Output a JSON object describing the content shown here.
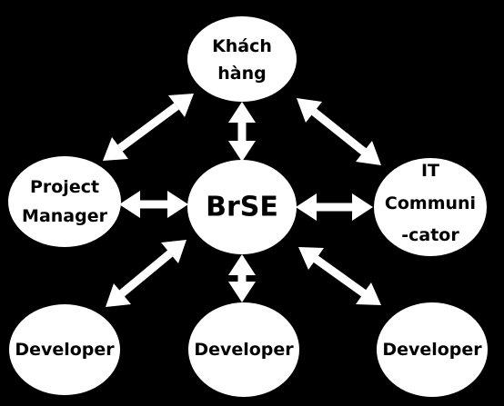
{
  "nodes": {
    "customer": {
      "lines": [
        "Khách",
        "hàng"
      ]
    },
    "project_manager": {
      "lines": [
        "Project",
        "Manager"
      ]
    },
    "brse": {
      "lines": [
        "BrSE"
      ]
    },
    "it_communicator": {
      "lines": [
        "IT",
        "Communi",
        "-cator"
      ]
    },
    "developer_left": {
      "lines": [
        "Developer"
      ]
    },
    "developer_center": {
      "lines": [
        "Developer"
      ]
    },
    "developer_right": {
      "lines": [
        "Developer"
      ]
    }
  },
  "colors": {
    "background": "#000000",
    "node_fill": "#ffffff",
    "text": "#000000",
    "arrow": "#ffffff"
  }
}
